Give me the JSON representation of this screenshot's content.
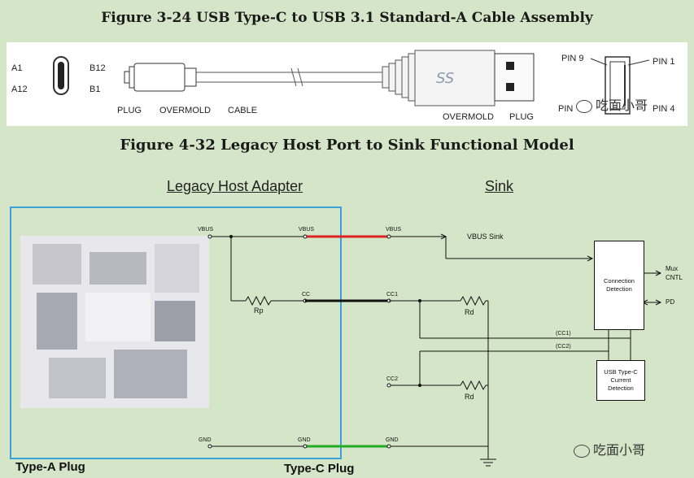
{
  "figure_top": {
    "title": "Figure 3-24  USB Type-C to USB 3.1 Standard-A Cable Assembly"
  },
  "cable": {
    "pin_a1": "A1",
    "pin_a12": "A12",
    "pin_b12": "B12",
    "pin_b1": "B1",
    "plug": "PLUG",
    "overmold": "OVERMOLD",
    "cable": "CABLE",
    "overmold_right": "OVERMOLD",
    "plug_right": "PLUG",
    "pin9": "PIN 9",
    "pin1": "PIN 1",
    "pin_bottom_left": "PIN",
    "pin4": "PIN 4",
    "logo": "SS"
  },
  "watermark": {
    "text": "吃面小哥"
  },
  "figure_bottom": {
    "title": "Figure 4-32  Legacy Host Port to Sink Functional Model"
  },
  "headers": {
    "left": "Legacy Host Adapter",
    "right": "Sink"
  },
  "signals": {
    "vbus_a": "VBUS",
    "vbus_c": "VBUS",
    "vbus_s": "VBUS",
    "vbus_sink": "VBUS Sink",
    "cc": "CC",
    "cc1": "CC1",
    "cc2": "CC2",
    "cc1_paren": "(CC1)",
    "cc2_paren": "(CC2)",
    "gnd_a": "GND",
    "gnd_c": "GND",
    "gnd_s": "GND",
    "rp": "Rp",
    "rd1": "Rd",
    "rd2": "Rd",
    "mux": "Mux",
    "cntl": "CNTL",
    "pd": "PD"
  },
  "boxes": {
    "conn_det_1": "Connection",
    "conn_det_2": "Detection",
    "usb_c_1": "USB Type-C",
    "usb_c_2": "Current",
    "usb_c_3": "Detection"
  },
  "plugs": {
    "type_a": "Type-A Plug",
    "type_c": "Type-C Plug"
  },
  "colors": {
    "vbus_wire": "#dd2222",
    "cc_wire": "#111111",
    "gnd_wire": "#22aa22",
    "adapter_border": "#3aa0d8",
    "background": "#d5e6c8"
  }
}
